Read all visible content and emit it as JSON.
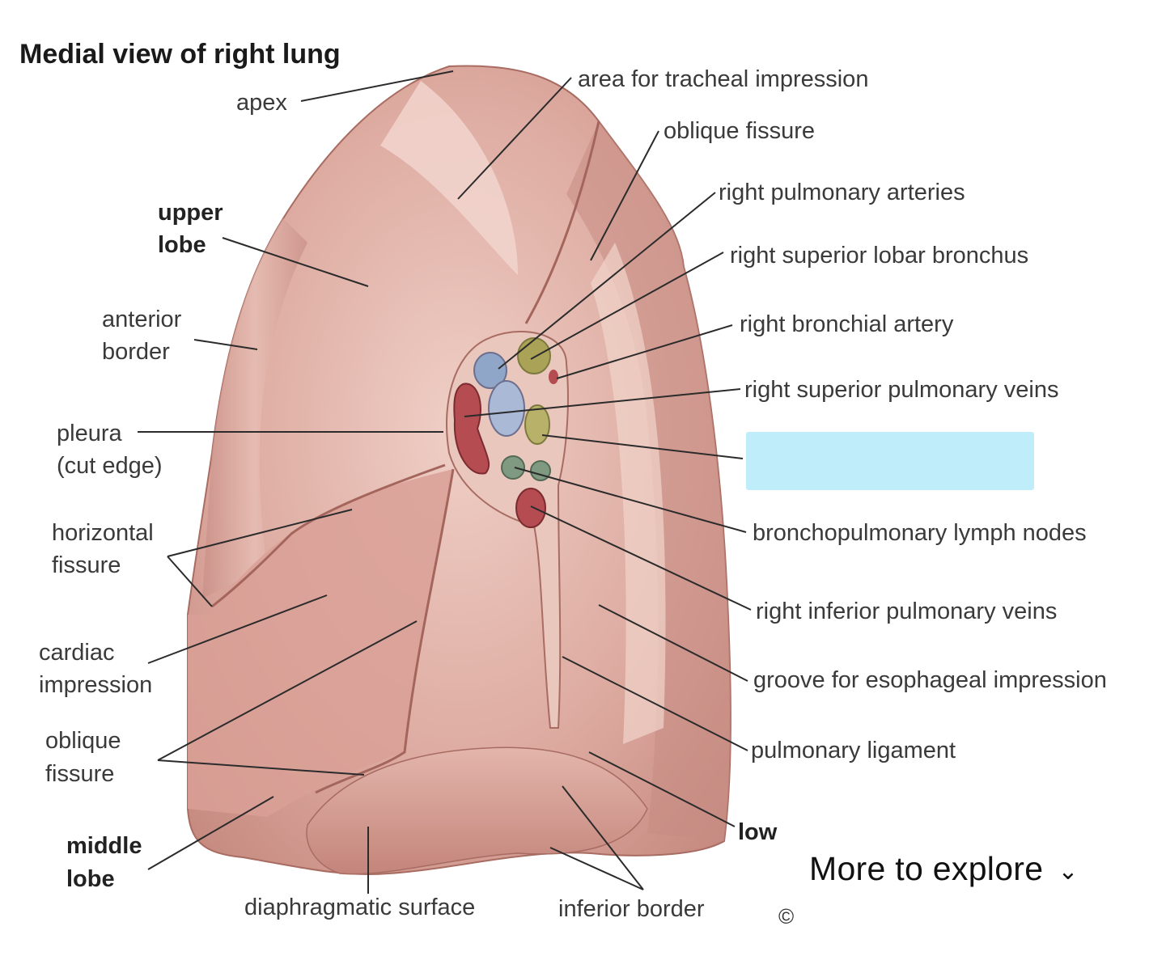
{
  "title": "Medial view of right lung",
  "labels_left": {
    "apex": "apex",
    "upper_lobe": [
      "upper",
      "lobe"
    ],
    "anterior_border": [
      "anterior",
      "border"
    ],
    "pleura": [
      "pleura",
      "(cut edge)"
    ],
    "horizontal_fissure": [
      "horizontal",
      "fissure"
    ],
    "cardiac_impression": [
      "cardiac",
      "impression"
    ],
    "oblique_fissure": [
      "oblique",
      "fissure"
    ],
    "middle_lobe": [
      "middle",
      "lobe"
    ]
  },
  "labels_bottom": {
    "diaphragmatic_surface": "diaphragmatic surface",
    "inferior_border": "inferior border"
  },
  "labels_right": {
    "tracheal": "area for tracheal impression",
    "oblique_fissure": "oblique fissure",
    "pulmonary_arteries": "right pulmonary arteries",
    "superior_lobar_bronchus": "right superior lobar bronchus",
    "bronchial_artery": "right bronchial artery",
    "superior_pulmonary_veins": "right superior pulmonary veins",
    "lymph_nodes": "bronchopulmonary lymph nodes",
    "inferior_pulmonary_veins": "right inferior pulmonary veins",
    "esophageal": "groove for esophageal impression",
    "pulmonary_ligament": "pulmonary ligament",
    "lower_partial": "low"
  },
  "hidden_label_box_color": "#bfeefa",
  "more_to_explore": "More to explore",
  "chevron_icon": "chevron-down-icon",
  "copyright_symbol": "©",
  "colors": {
    "lung_base": "#d9a39a",
    "lung_highlight": "#efcdc3",
    "lung_shadow": "#b77b72",
    "artery": "#8fa6c9",
    "bronchus": "#a9a257",
    "vein": "#b44c52",
    "lymph": "#7f9a80"
  }
}
